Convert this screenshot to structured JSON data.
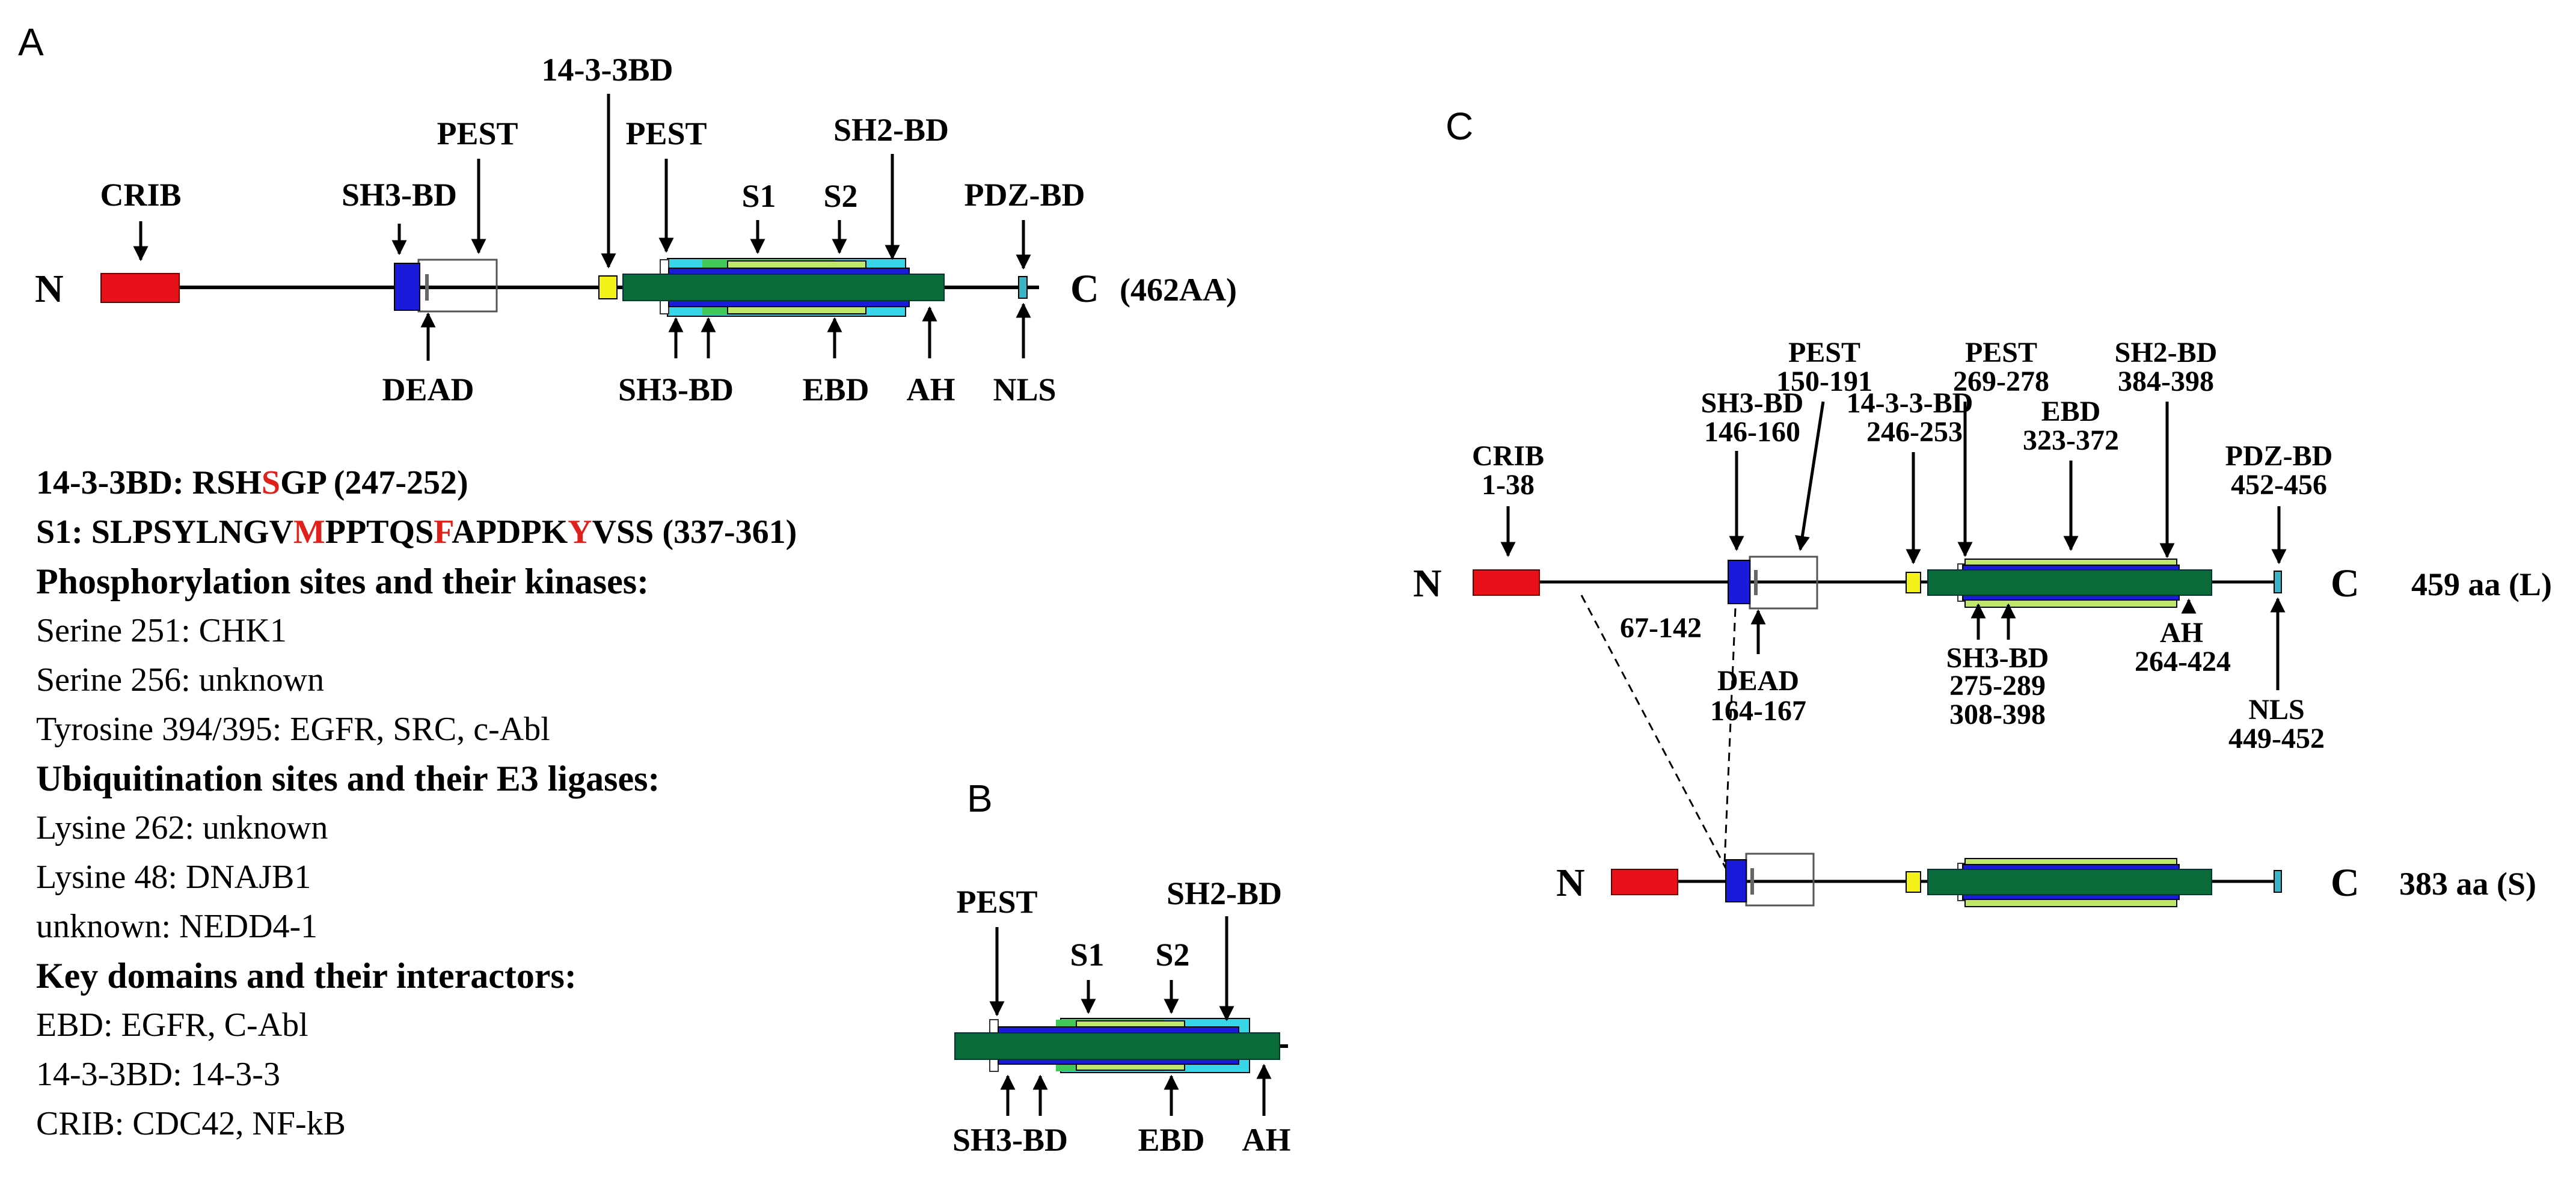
{
  "colors": {
    "crib": "#e8111a",
    "sh3": "#1a1adb",
    "bd1433": "#f5f21a",
    "main": "#0a6b3a",
    "s1": "#bfe86a",
    "s2": "#42c95a",
    "sh2": "#38d6e8",
    "nls": "#3ab5c8",
    "red_text": "#e0201b"
  },
  "panels": {
    "a": "A",
    "b": "B",
    "c": "C"
  },
  "panel_a": {
    "n": "N",
    "c": "C",
    "length": "(462AA)",
    "top_labels": {
      "crib": "CRIB",
      "sh3bd": "SH3-BD",
      "pest1": "PEST",
      "bd1433": "14-3-3BD",
      "pest2": "PEST",
      "s1": "S1",
      "s2": "S2",
      "sh2bd": "SH2-BD",
      "pdzbd": "PDZ-BD"
    },
    "bottom_labels": {
      "dead": "DEAD",
      "sh3bd": "SH3-BD",
      "ebd": "EBD",
      "ah": "AH",
      "nls": "NLS"
    }
  },
  "text_block": {
    "seq1_label": "14-3-3BD: ",
    "seq1_a": "RSH",
    "seq1_red": "S",
    "seq1_b": "GP (247-252)",
    "seq2_label": "S1: ",
    "seq2_a": "SLPSYLNGV",
    "seq2_red1": "M",
    "seq2_b": "PPTQS",
    "seq2_red2": "F",
    "seq2_c": "APDPK",
    "seq2_red3": "Y",
    "seq2_d": "VSS (337-361)",
    "phos_head": "Phosphorylation sites and their kinases:",
    "phos": [
      "Serine 251: CHK1",
      "Serine 256: unknown",
      "Tyrosine 394/395: EGFR, SRC, c-Abl"
    ],
    "ubi_head": "Ubiquitination sites and their E3 ligases:",
    "ubi": [
      "Lysine 262: unknown",
      "Lysine 48: DNAJB1",
      "unknown: NEDD4-1"
    ],
    "key_head": "Key domains and their interactors:",
    "key": [
      "EBD: EGFR, C-Abl",
      "14-3-3BD: 14-3-3",
      "CRIB: CDC42, NF-kB"
    ]
  },
  "panel_b": {
    "top_labels": {
      "pest": "PEST",
      "s1": "S1",
      "s2": "S2",
      "sh2bd": "SH2-BD"
    },
    "bottom_labels": {
      "sh3bd": "SH3-BD",
      "ebd": "EBD",
      "ah": "AH"
    }
  },
  "panel_c": {
    "long": {
      "n": "N",
      "c": "C",
      "length": "459 aa (L)",
      "top_labels": {
        "crib": "CRIB",
        "crib_range": "1-38",
        "sh3bd": "SH3-BD",
        "sh3bd_range": "146-160",
        "pest1": "PEST",
        "pest1_range": "150-191",
        "bd1433": "14-3-3-BD",
        "bd1433_range": "246-253",
        "pest2": "PEST",
        "pest2_range": "269-278",
        "ebd": "EBD",
        "ebd_range": "323-372",
        "sh2bd": "SH2-BD",
        "sh2bd_range": "384-398",
        "pdzbd": "PDZ-BD",
        "pdzbd_range": "452-456"
      },
      "bottom_labels": {
        "region": "67-142",
        "dead": "DEAD",
        "dead_range": "164-167",
        "sh3bd": "SH3-BD",
        "sh3bd_range1": "275-289",
        "sh3bd_range2": "308-398",
        "ah": "AH",
        "ah_range": "264-424",
        "nls": "NLS",
        "nls_range": "449-452"
      }
    },
    "short": {
      "n": "N",
      "c": "C",
      "length": "383 aa (S)"
    }
  }
}
